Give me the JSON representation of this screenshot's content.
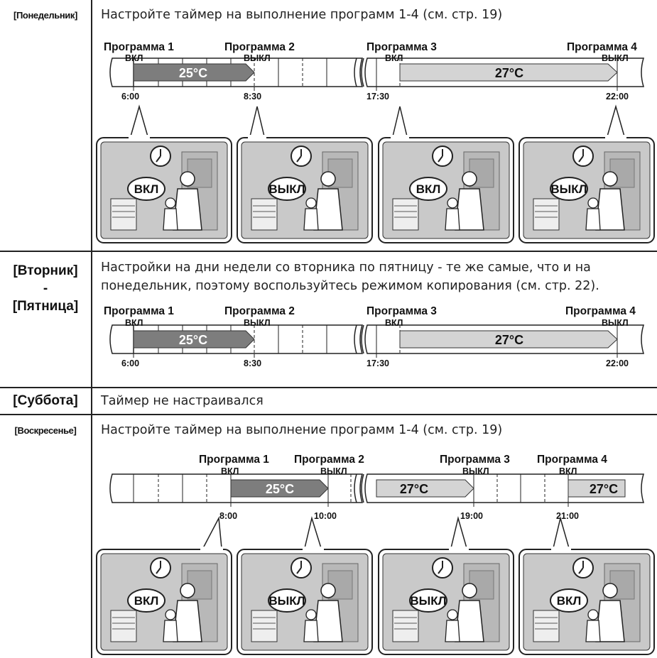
{
  "monday": {
    "day": "[Понедельник]",
    "description": "Настройте таймер на выполнение программ 1-4 (см. стр. 19)",
    "programs": [
      {
        "name": "Программа 1",
        "state": "ВКЛ",
        "time": "6:00"
      },
      {
        "name": "Программа 2",
        "state": "ВЫКЛ",
        "time": "8:30"
      },
      {
        "name": "Программа 3",
        "state": "ВКЛ",
        "time": "17:30"
      },
      {
        "name": "Программа 4",
        "state": "ВЫКЛ",
        "time": "22:00"
      }
    ],
    "temps": [
      "25°C",
      "27°C"
    ],
    "scenes": [
      "ВКЛ",
      "ВЫКЛ",
      "ВКЛ",
      "ВЫКЛ"
    ]
  },
  "tue_fri": {
    "day_line1": "[Вторник]",
    "day_line2": "-",
    "day_line3": "[Пятница]",
    "description_line1": "Настройки на дни недели со вторника по пятницу - те же самые, что и на",
    "description_line2": "понедельник, поэтому воспользуйтесь режимом копирования (см. стр. 22).",
    "programs": [
      {
        "name": "Программа 1",
        "state": "ВКЛ",
        "time": "6:00"
      },
      {
        "name": "Программа 2",
        "state": "ВЫКЛ",
        "time": "8:30"
      },
      {
        "name": "Программа 3",
        "state": "ВКЛ",
        "time": "17:30"
      },
      {
        "name": "Программа 4",
        "state": "ВЫКЛ",
        "time": "22:00"
      }
    ],
    "temps": [
      "25°C",
      "27°C"
    ]
  },
  "saturday": {
    "day": "[Суббота]",
    "description": "Таймер не настраивался"
  },
  "sunday": {
    "day": "[Воскресенье]",
    "description": "Настройте таймер на выполнение программ 1-4 (см. стр. 19)",
    "programs": [
      {
        "name": "Программа 1",
        "state": "ВКЛ",
        "time": "8:00"
      },
      {
        "name": "Программа 2",
        "state": "ВЫКЛ",
        "time": "10:00"
      },
      {
        "name": "Программа 3",
        "state": "ВЫКЛ",
        "time": "19:00"
      },
      {
        "name": "Программа 4",
        "state": "ВКЛ",
        "time": "21:00"
      }
    ],
    "temps": [
      "25°C",
      "27°C",
      "27°C"
    ],
    "scenes": [
      "ВКЛ",
      "ВЫКЛ",
      "ВЫКЛ",
      "ВКЛ"
    ]
  },
  "colors": {
    "dark_bar": "#7d7d7d",
    "light_bar": "#d4d4d4",
    "scene_bg": "#c9c9c9",
    "border": "#222222"
  }
}
